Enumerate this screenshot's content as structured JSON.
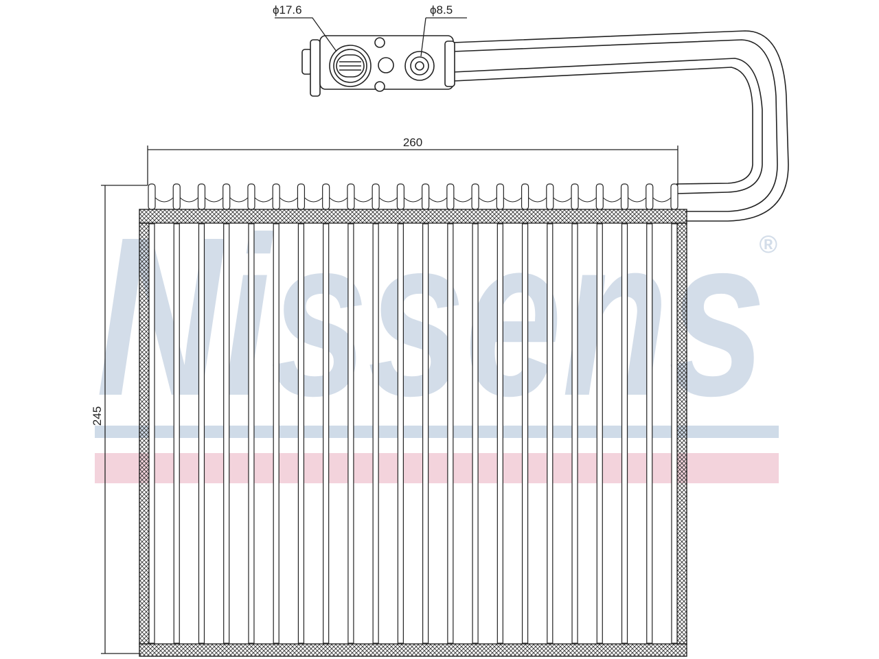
{
  "watermark": {
    "brand": "Nissens",
    "registered_mark": "®",
    "text_color": "#d3dde9",
    "stripe_blue": "#cfdbe8",
    "stripe_pink": "#f3d3dc"
  },
  "dimensions": {
    "port_large": "ϕ17.6",
    "port_small": "ϕ8.5",
    "width": "260",
    "height": "245"
  },
  "colors": {
    "line": "#222222"
  }
}
